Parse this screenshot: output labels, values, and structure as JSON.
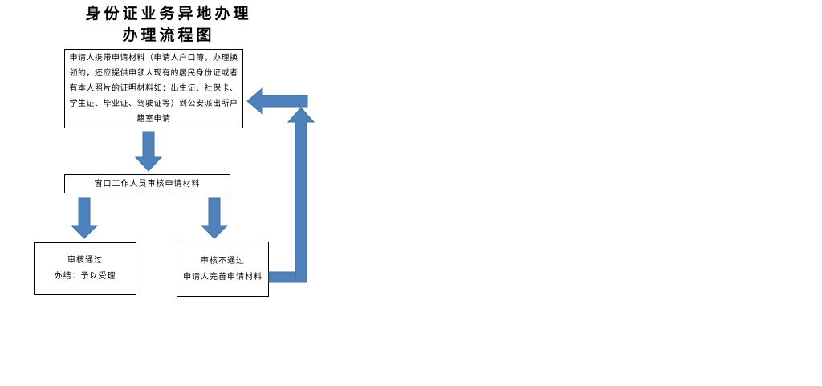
{
  "title": {
    "line1": "身份证业务异地办理",
    "line2": "办理流程图"
  },
  "nodes": {
    "application": "申请人携带申请材料（申请人户口簿，办理换领的，还应提供申领人现有的居民身份证或者有本人照片的证明材料如：出生证、社保卡、学生证、毕业证、驾驶证等）到公安派出所户籍室申请",
    "review": "窗口工作人员审核申请材料",
    "pass_line1": "审核通过",
    "pass_line2": "办结：予以受理",
    "fail_line1": "审核不通过",
    "fail_line2": "申请人完善申请材料"
  },
  "colors": {
    "arrow": "#4f81bd",
    "arrow_border": "#41719c",
    "box_border": "#000000",
    "background": "#ffffff",
    "text": "#000000"
  }
}
